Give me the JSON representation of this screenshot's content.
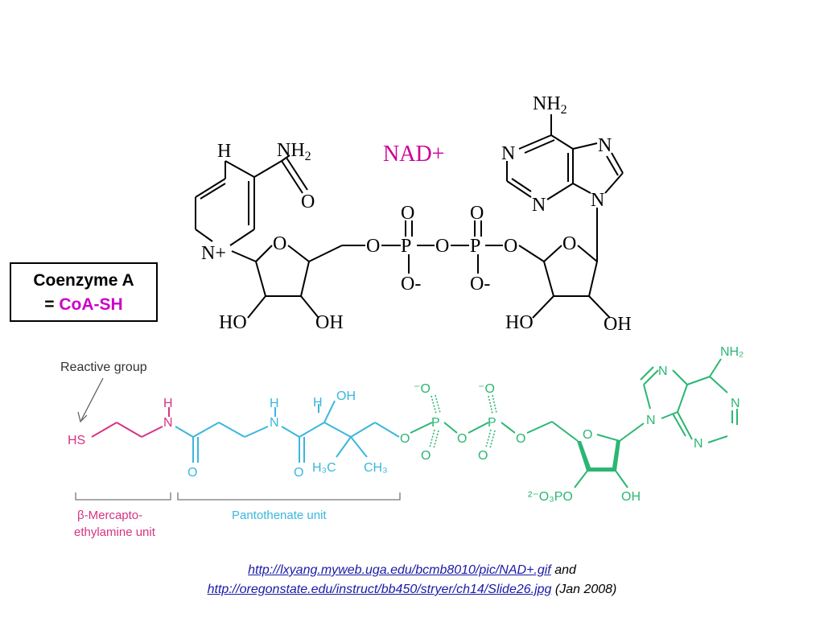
{
  "nad": {
    "title": "NAD+",
    "atoms": {
      "H": "H",
      "NH2": "NH",
      "sub2": "2",
      "O": "O",
      "Nplus": "N+",
      "N": "N",
      "Ominus": "O-",
      "P": "P",
      "HO": "HO",
      "OH": "OH"
    }
  },
  "coa_box": {
    "line1": "Coenzyme A",
    "eq": "=",
    "name": "CoA-SH"
  },
  "coa": {
    "reactive_group": "Reactive group",
    "HS": "HS",
    "H": "H",
    "N": "N",
    "O": "O",
    "OH": "OH",
    "H3C": "H₃C",
    "CH3": "CH₃",
    "Ominus": "⁻O",
    "P": "P",
    "NH2": "NH₂",
    "O3PO": "²⁻O₃PO",
    "beta_unit_1": "β-Mercapto-",
    "beta_unit_2": "ethylamine unit",
    "panto_unit": "Pantothenate unit"
  },
  "citation": {
    "link1": "http://lxyang.myweb.uga.edu/bcmb8010/pic/NAD+.gif",
    "and": "and",
    "link2": "http://oregonstate.edu/instruct/bb450/stryer/ch14/Slide26.jpg",
    "date": "(Jan 2008)"
  },
  "colors": {
    "magenta": "#cc00cc",
    "pink": "#d63384",
    "cyan": "#3ab7dd",
    "green": "#2bb673"
  }
}
